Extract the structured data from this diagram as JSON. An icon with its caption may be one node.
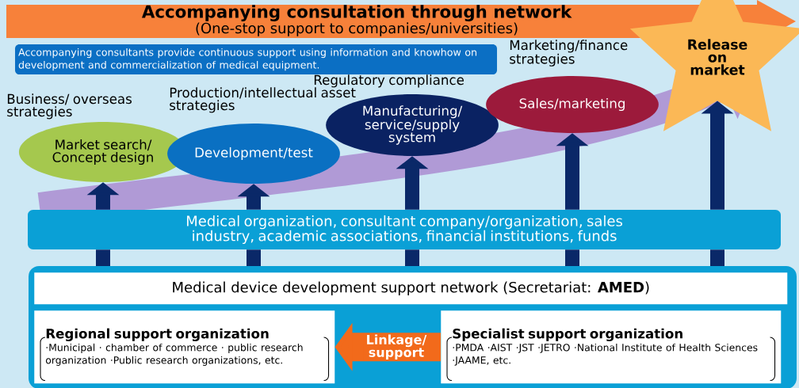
{
  "diagram": {
    "nodes": [
      {
        "text": [
          "Accompanying consultation through network",
          "(One-stop support to companies/universities)"
        ]
      },
      {
        "text": [
          "Accompanying consultants provide continuous support using information and knowhow on development and commercialization of medical equipment."
        ]
      },
      {
        "text": [
          "Release on market"
        ]
      },
      {
        "text": [
          "Market search/ Concept design"
        ]
      },
      {
        "text": [
          "Development/test"
        ]
      },
      {
        "text": [
          "Manufacturing/ service/supply system"
        ]
      },
      {
        "text": [
          "Sales/marketing"
        ]
      },
      {
        "text": [
          "Medical organization, consultant company/organization, sales industry, academic associations, financial institutions, funds"
        ]
      },
      {
        "text": [],
        "shape": "box"
      },
      {
        "text": [
          "Medical device development support network (Secretariat: **AMED**)"
        ],
        "in": 8
      },
      {
        "text": [
          "Regional support organization",
          "·Municipal · chamber of commerce · public research organization ·Public research organizations, etc."
        ],
        "in": 8
      },
      {
        "text": [
          "Specialist support organization",
          "·PMDA ·AIST ·JST ·JETRO ·National Institute of Health Sciences ·JAAME, etc."
        ],
        "in": 8
      }
    ],
    "edges": [
      {
        "from": 7,
        "to": 3,
        "arrow": "to"
      },
      {
        "from": 7,
        "to": 4,
        "arrow": "to"
      },
      {
        "from": 7,
        "to": 5,
        "arrow": "to"
      },
      {
        "from": 7,
        "to": 6,
        "arrow": "to"
      },
      {
        "from": 7,
        "to": 2,
        "arrow": "to"
      },
      {
        "from": 8,
        "to": 7,
        "arrow": "none"
      },
      {
        "from": 8,
        "to": 7,
        "arrow": "none"
      },
      {
        "from": 8,
        "to": 7,
        "arrow": "none"
      },
      {
        "from": 8,
        "to": 7,
        "arrow": "none"
      },
      {
        "from": 8,
        "to": 7,
        "arrow": "none"
      },
      {
        "from": 11,
        "to": 10,
        "arrow": "to",
        "label": "Linkage/ support",
        "style": "thick",
        "color": "#f26a1b"
      }
    ],
    "labels": [
      "Marketing/finance strategies",
      "Regulatory compliance",
      "Business/ overseas strategies",
      "Production/intellectual asset strategies"
    ]
  }
}
